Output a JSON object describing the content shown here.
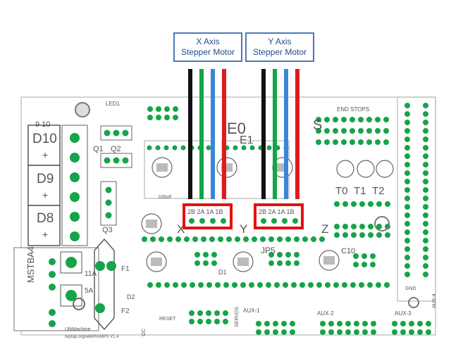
{
  "title": "",
  "callouts": {
    "x_line1": "X Axis",
    "x_line2": "Stepper Motor",
    "y_line1": "Y Axis",
    "y_line2": "Stepper Motor"
  },
  "wire_colors": {
    "black": "#111111",
    "green": "#12a54a",
    "blue": "#3b86d6",
    "red": "#e01b1b",
    "highlight": "#e21212",
    "pad": "#16a34a",
    "label_border": "#4a78b8",
    "label_text": "#1f4e8c"
  },
  "connector_pins": {
    "x": "2B 2A 1A 1B",
    "y": "2B 2A 1A 1B"
  },
  "board_text": {
    "d10": "D10",
    "d9": "D9",
    "d8": "D8",
    "plus": "+",
    "mstba4": "MSTBA4",
    "q1": "Q1",
    "q2": "Q2",
    "q3": "Q3",
    "axis_x": "X",
    "axis_y": "Y",
    "axis_z": "Z",
    "e0": "E0",
    "e1": "E1",
    "jp5": "JP5",
    "c10": "C10",
    "t0": "T0",
    "t1": "T1",
    "t2": "T2",
    "s": "S",
    "end_stops": "END STOPS",
    "aux1": "AUX-1",
    "aux2": "AUX-2",
    "aux3": "AUX-3",
    "aux4": "AUX-4",
    "reset": "RESET",
    "servos": "SERVOS",
    "i2c": "I2C",
    "ultimachine": "UltiMachine",
    "reprap": "reprap.org/wiki/RAMPS V1.4",
    "f1": "F1",
    "f2": "F2",
    "a11": "11A",
    "a5": "5A",
    "d1": "D1",
    "d2": "D2",
    "ten": "9 10",
    "cap100": "100uF",
    "gnd": "GND",
    "led": "LED1"
  }
}
